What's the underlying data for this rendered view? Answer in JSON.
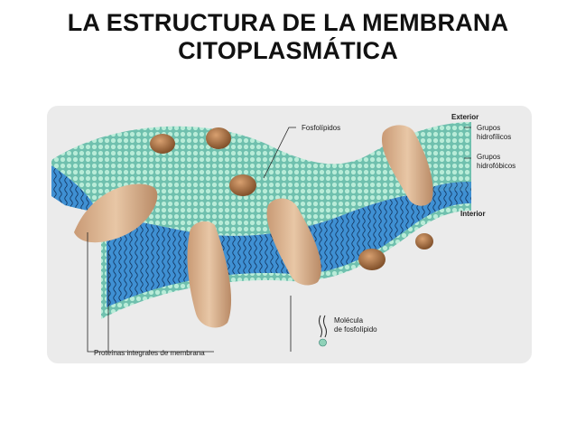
{
  "title": {
    "line1": "LA ESTRUCTURA DE LA MEMBRANA",
    "line2": "CITOPLASMÁTICA"
  },
  "diagram": {
    "labels": {
      "fosfolipidos": "Fosfolípidos",
      "exterior": "Exterior",
      "grupos_hidrofilicos_1": "Grupos",
      "grupos_hidrofilicos_2": "hidrofílicos",
      "grupos_hidrofobicos_1": "Grupos",
      "grupos_hidrofobicos_2": "hidrofóbicos",
      "interior": "Interior",
      "molecula_1": "Molécula",
      "molecula_2": "de fosfolípido",
      "proteinas": "Proteínas integrales de membrana"
    }
  },
  "colors": {
    "membrane_blue": "#3a8ed0",
    "head_green": "#8fd2b8",
    "protein_tan": "#d9b08c",
    "background_panel": "#ebebeb"
  }
}
